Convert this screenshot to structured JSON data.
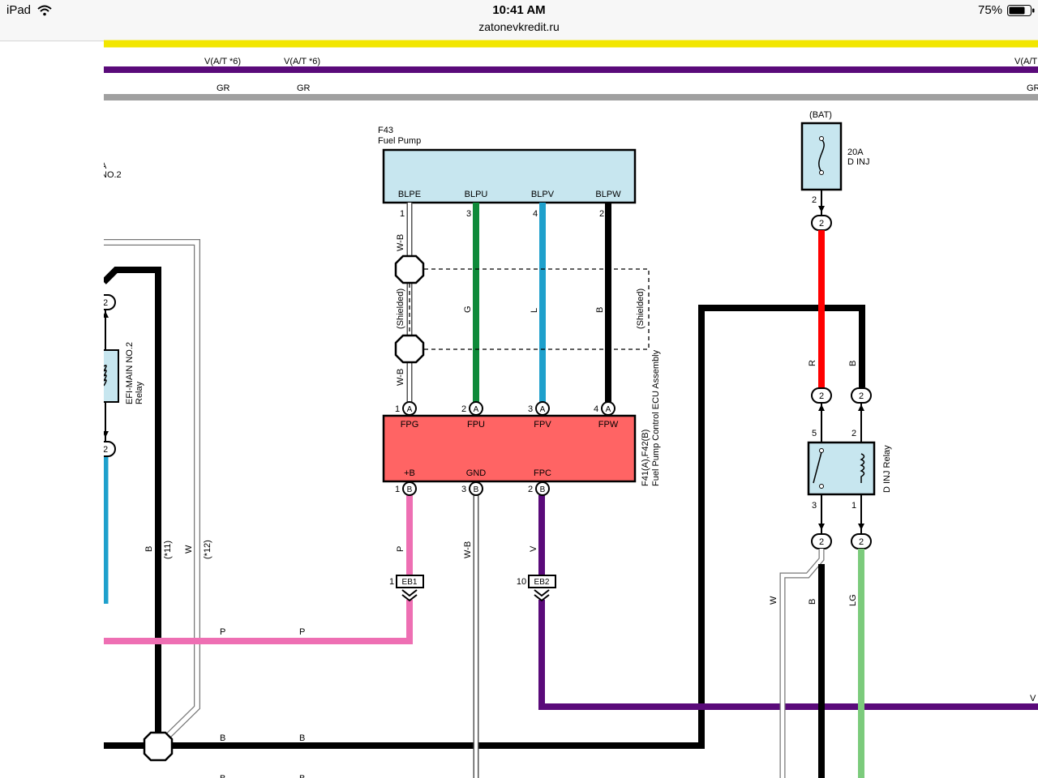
{
  "status_bar": {
    "device": "iPad",
    "time": "10:41 AM",
    "url": "zatonevkredit.ru",
    "battery": "75%"
  },
  "wires_top": {
    "violet_labels": [
      "V(A/T *6)",
      "V(A/T *6)",
      "V(A/T"
    ],
    "gray_labels": [
      "GR",
      "GR",
      "GR"
    ]
  },
  "left_partial": {
    "cut_label_a": "A",
    "cut_label_b": "NO.2",
    "relay_name": "EFI-MAIN NO.2",
    "relay_word": "Relay",
    "pin_top": "2",
    "pin_bottom": "2",
    "wire_b": "B",
    "note_11": "(*11)",
    "wire_w": "W",
    "note_12": "(*12)"
  },
  "fuel_pump": {
    "code": "F43",
    "name": "Fuel Pump",
    "terminals": [
      "BLPE",
      "BLPU",
      "BLPV",
      "BLPW"
    ],
    "pins": [
      "1",
      "3",
      "4",
      "2"
    ],
    "wire_colors": [
      "W-B",
      "G",
      "L",
      "B"
    ],
    "wire_wb_lower": "W-B",
    "shielded_left": "(Shielded)",
    "shielded_right": "(Shielded)"
  },
  "ecu": {
    "code": "F41(A),F42(B)",
    "name": "Fuel Pump Control ECU Assembly",
    "top_terminals": [
      "FPG",
      "FPU",
      "FPV",
      "FPW"
    ],
    "top_pins": [
      "1",
      "2",
      "3",
      "4"
    ],
    "top_connector": "A",
    "bottom_terminals": [
      "+B",
      "GND",
      "FPC"
    ],
    "bottom_pins": [
      "1",
      "3",
      "2"
    ],
    "bottom_connector": "B",
    "bottom_wires": [
      "P",
      "W-B",
      "V"
    ]
  },
  "connectors": {
    "eb1": {
      "label": "EB1",
      "pin": "1"
    },
    "eb2": {
      "label": "EB2",
      "pin": "10"
    }
  },
  "bottom_wires": {
    "pink_labels": [
      "P",
      "P"
    ],
    "black_labels": [
      "B",
      "B"
    ],
    "black_labels_2": [
      "B",
      "B"
    ],
    "violet_right": "V"
  },
  "d_inj": {
    "source": "(BAT)",
    "fuse_rating": "20A",
    "fuse_name": "D INJ",
    "fuse_pin": "2",
    "junction_pin": "2",
    "relay_name": "D INJ Relay",
    "relay_pins": [
      "5",
      "2",
      "3",
      "1"
    ],
    "junction_pins": [
      "2",
      "2",
      "2",
      "2"
    ],
    "wire_r": "R",
    "wire_b": "B",
    "wire_w": "W",
    "wire_b_lower": "B",
    "wire_lg": "LG"
  },
  "colors": {
    "yellow": "#f2e600",
    "violet": "#5a0a7a",
    "gray": "#a0a0a0",
    "green": "#0f8a3a",
    "blue": "#1ea0cc",
    "black": "#000000",
    "red": "#ff0000",
    "pink": "#ee6fb3",
    "light_green": "#7ccb7c",
    "component_fill": "#c7e6ef",
    "ecu_fill": "#ff6464"
  }
}
